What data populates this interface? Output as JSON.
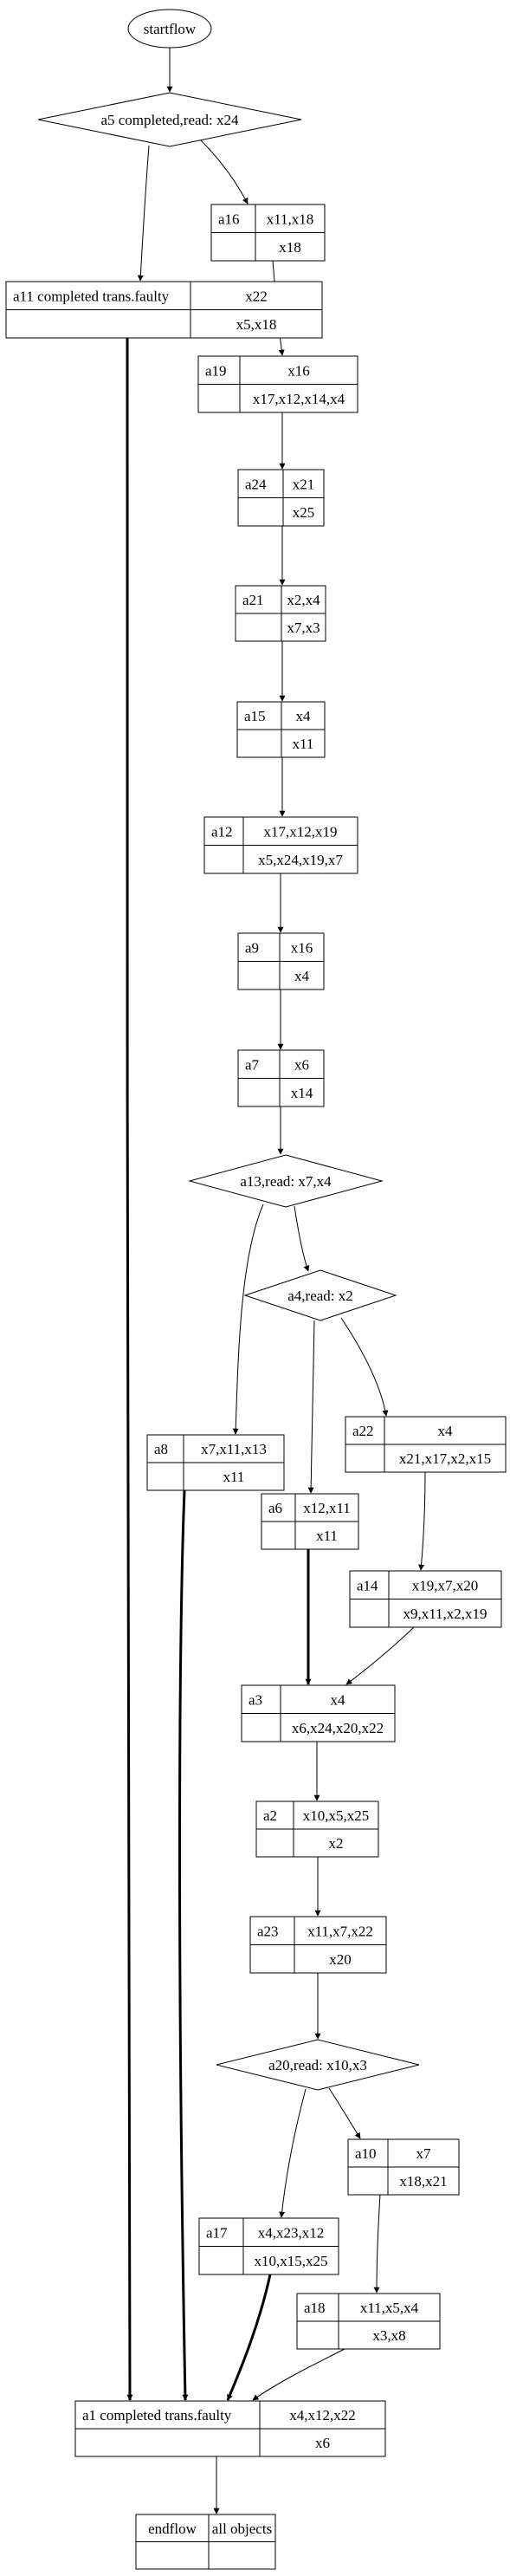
{
  "diagram": {
    "start": {
      "id": "start",
      "label": "startflow"
    },
    "end": {
      "id": "end",
      "left": "endflow",
      "right": "all objects"
    },
    "decisions": [
      {
        "id": "a5",
        "label": "a5 completed,read: x24"
      },
      {
        "id": "a13",
        "label": "a13,read: x7,x4"
      },
      {
        "id": "a4",
        "label": "a4,read: x2"
      },
      {
        "id": "a20",
        "label": "a20,read: x10,x3"
      }
    ],
    "activities": [
      {
        "id": "a16",
        "name": "a16",
        "top": "x11,x18",
        "bottom": "x18"
      },
      {
        "id": "a11",
        "name": "a11  completed trans.faulty",
        "top": "x22",
        "bottom": "x5,x18"
      },
      {
        "id": "a19",
        "name": "a19",
        "top": "x16",
        "bottom": "x17,x12,x14,x4"
      },
      {
        "id": "a24",
        "name": "a24",
        "top": "x21",
        "bottom": "x25"
      },
      {
        "id": "a21",
        "name": "a21",
        "top": "x2,x4",
        "bottom": "x7,x3"
      },
      {
        "id": "a15",
        "name": "a15",
        "top": "x4",
        "bottom": "x11"
      },
      {
        "id": "a12",
        "name": "a12",
        "top": "x17,x12,x19",
        "bottom": "x5,x24,x19,x7"
      },
      {
        "id": "a9",
        "name": "a9",
        "top": "x16",
        "bottom": "x4"
      },
      {
        "id": "a7",
        "name": "a7",
        "top": "x6",
        "bottom": "x14"
      },
      {
        "id": "a8",
        "name": "a8",
        "top": "x7,x11,x13",
        "bottom": "x11"
      },
      {
        "id": "a22",
        "name": "a22",
        "top": "x4",
        "bottom": "x21,x17,x2,x15"
      },
      {
        "id": "a6",
        "name": "a6",
        "top": "x12,x11",
        "bottom": "x11"
      },
      {
        "id": "a14",
        "name": "a14",
        "top": "x19,x7,x20",
        "bottom": "x9,x11,x2,x19"
      },
      {
        "id": "a3",
        "name": "a3",
        "top": "x4",
        "bottom": "x6,x24,x20,x22"
      },
      {
        "id": "a2",
        "name": "a2",
        "top": "x10,x5,x25",
        "bottom": "x2"
      },
      {
        "id": "a23",
        "name": "a23",
        "top": "x11,x7,x22",
        "bottom": "x20"
      },
      {
        "id": "a10",
        "name": "a10",
        "top": "x7",
        "bottom": "x18,x21"
      },
      {
        "id": "a17",
        "name": "a17",
        "top": "x4,x23,x12",
        "bottom": "x10,x15,x25"
      },
      {
        "id": "a18",
        "name": "a18",
        "top": "x11,x5,x4",
        "bottom": "x3,x8"
      },
      {
        "id": "a1",
        "name": "a1  completed trans.faulty",
        "top": "x4,x12,x22",
        "bottom": "x6"
      }
    ],
    "edges": [
      {
        "from": "start",
        "to": "a5",
        "bold": false
      },
      {
        "from": "a5",
        "to": "a11",
        "bold": false
      },
      {
        "from": "a5",
        "to": "a16",
        "bold": false
      },
      {
        "from": "a16",
        "to": "a19",
        "bold": false
      },
      {
        "from": "a11",
        "to": "a1",
        "bold": true
      },
      {
        "from": "a19",
        "to": "a24",
        "bold": false
      },
      {
        "from": "a24",
        "to": "a21",
        "bold": false
      },
      {
        "from": "a21",
        "to": "a15",
        "bold": false
      },
      {
        "from": "a15",
        "to": "a12",
        "bold": false
      },
      {
        "from": "a12",
        "to": "a9",
        "bold": false
      },
      {
        "from": "a9",
        "to": "a7",
        "bold": false
      },
      {
        "from": "a7",
        "to": "a13",
        "bold": false
      },
      {
        "from": "a13",
        "to": "a8",
        "bold": false
      },
      {
        "from": "a13",
        "to": "a4",
        "bold": false
      },
      {
        "from": "a8",
        "to": "a1",
        "bold": true
      },
      {
        "from": "a4",
        "to": "a6",
        "bold": false
      },
      {
        "from": "a4",
        "to": "a22",
        "bold": false
      },
      {
        "from": "a22",
        "to": "a14",
        "bold": false
      },
      {
        "from": "a6",
        "to": "a3",
        "bold": true
      },
      {
        "from": "a14",
        "to": "a3",
        "bold": false
      },
      {
        "from": "a3",
        "to": "a2",
        "bold": false
      },
      {
        "from": "a2",
        "to": "a23",
        "bold": false
      },
      {
        "from": "a23",
        "to": "a20",
        "bold": false
      },
      {
        "from": "a20",
        "to": "a17",
        "bold": false
      },
      {
        "from": "a20",
        "to": "a10",
        "bold": false
      },
      {
        "from": "a10",
        "to": "a18",
        "bold": false
      },
      {
        "from": "a17",
        "to": "a1",
        "bold": true
      },
      {
        "from": "a18",
        "to": "a1",
        "bold": false
      },
      {
        "from": "a1",
        "to": "end",
        "bold": false
      }
    ]
  }
}
